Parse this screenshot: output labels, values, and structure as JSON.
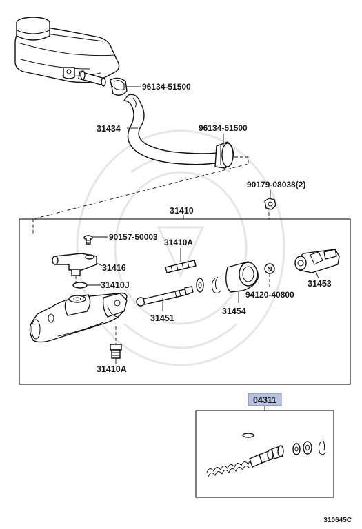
{
  "labels": {
    "p96134_top": "96134-51500",
    "p31434": "31434",
    "p96134_mid": "96134-51500",
    "p90179": "90179-08038(2)",
    "p31410": "31410",
    "p90157": "90157-50003",
    "p31410A_top": "31410A",
    "p31416": "31416",
    "p31410J": "31410J",
    "p31453": "31453",
    "p94120": "94120-40800",
    "p31451": "31451",
    "p31454": "31454",
    "p31410A_bottom": "31410A",
    "p04311": "04311",
    "ref_code": "310645C"
  },
  "icons": {
    "nut_marker": "N"
  },
  "colors": {
    "kit_badge": "#b9c3e0",
    "line": "#111111"
  }
}
